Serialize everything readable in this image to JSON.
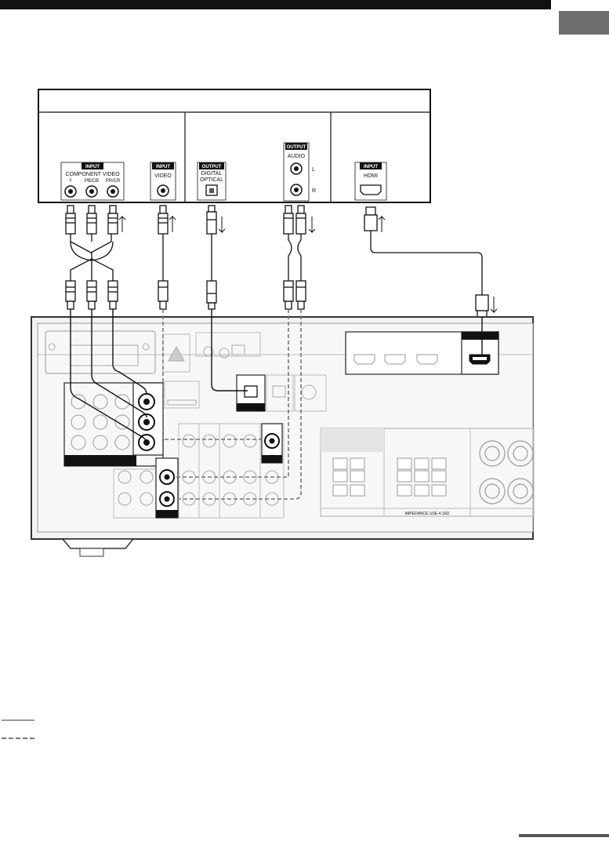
{
  "source_panel": {
    "component_group": {
      "badge": "INPUT",
      "line1": "COMPONENT VIDEO",
      "jacks": [
        "Y",
        "PB/CB",
        "PR/CR"
      ]
    },
    "video_group": {
      "badge": "INPUT",
      "line1": "VIDEO"
    },
    "optical_group": {
      "badge": "OUTPUT",
      "line1": "DIGITAL",
      "line2": "OPTICAL"
    },
    "audio_group": {
      "badge": "OUTPUT",
      "line1": "AUDIO",
      "left": "L",
      "right": "R"
    },
    "hdmi_group": {
      "badge": "INPUT",
      "line1": "HDMI"
    }
  },
  "receiver": {
    "speaker_note": "IMPEDANCE USE 4-16Ω"
  },
  "colors": {
    "cable_solid": "#222222",
    "cable_dashed": "#777777",
    "legend_solid": "#9a9a9a",
    "receiver_body": "#f2f2f2",
    "receiver_outline": "#333333"
  },
  "icons": [
    "warning-icon",
    "hdmi-port-icon",
    "optical-port-icon",
    "rca-jack-icon",
    "signal-arrow-icon"
  ]
}
